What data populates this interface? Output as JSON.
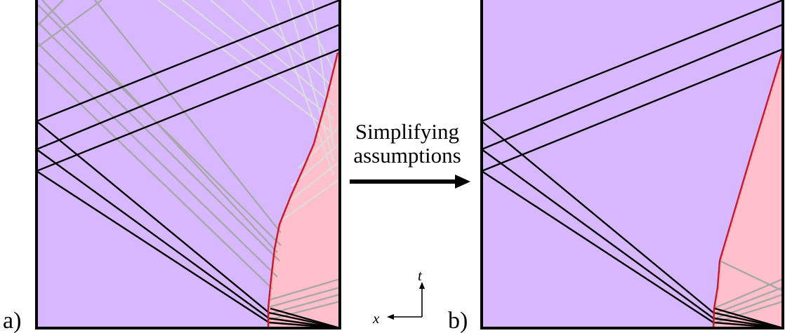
{
  "colors": {
    "background_region": "#d7b7fd",
    "shocked_region": "#ffc0cb",
    "shock_front": "#e0101a",
    "primary_rays": "#000000",
    "secondary_rays": "#a8a8a8",
    "faint_rays": "#dcdcdc",
    "frame": "#000000"
  },
  "panels": [
    {
      "label": "a)"
    },
    {
      "label": "b)"
    }
  ],
  "transition": {
    "caption_line1": "Simplifying",
    "caption_line2": "assumptions",
    "arrow_icon": "right-arrow"
  },
  "axes": {
    "horizontal_label": "x",
    "vertical_label": "t"
  }
}
